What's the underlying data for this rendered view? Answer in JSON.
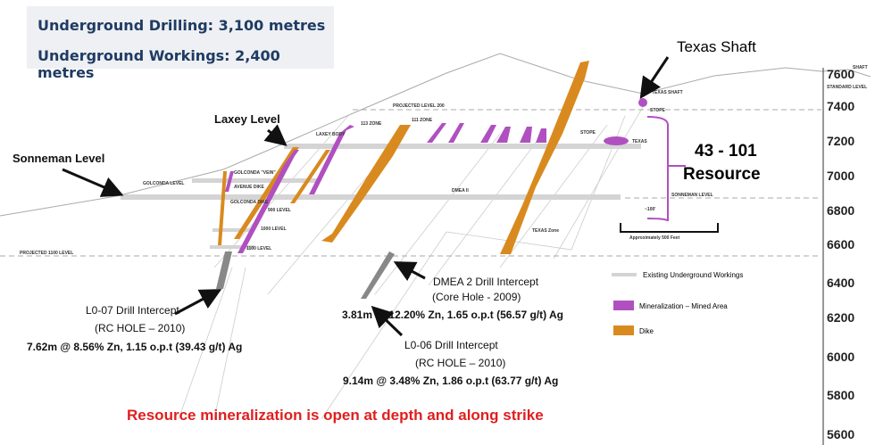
{
  "info": {
    "drilling": "Underground Drilling: 3,100 metres",
    "workings": "Underground Workings: 2,400 metres"
  },
  "callouts": {
    "texas_shaft": "Texas Shaft",
    "laxey_level": "Laxey Level",
    "sonneman_level": "Sonneman Level",
    "resource_line1": "43 - 101",
    "resource_line2": "Resource"
  },
  "section_labels": {
    "projected_200": "PROJECTED LEVEL 200",
    "projected_1100": "PROJECTED 1100 LEVEL",
    "golconda_level": "GOLCONDA LEVEL",
    "golconda_vein": "GOLCONDA \"VEIN\"",
    "avenue_dike": "AVENUE DIKE",
    "golconda_dike": "GOLCONDA DIKE",
    "level_900": "900 LEVEL",
    "level_1000": "1000 LEVEL",
    "level_1100": "1100 LEVEL",
    "laxey_body": "LAXEY BODY",
    "zone_113": "113 ZONE",
    "zone_111": "111 ZONE",
    "dmea_ii": "DMEA II",
    "texas_zone": "TEXAS Zone",
    "stope": "STOPE",
    "texas": "TEXAS",
    "texas_shaft_small": "TEXAS SHAFT",
    "stope_small": "STOPE",
    "sonneman_small": "SONNEMAN LEVEL",
    "depth_100": "~100'",
    "scale_500": "Approximately 500 Feet",
    "shaft": "SHAFT",
    "standard_level": "STANDARD LEVEL"
  },
  "elevation_axis": [
    "7600",
    "7400",
    "7200",
    "7000",
    "6800",
    "6600",
    "6400",
    "6200",
    "6000",
    "5800",
    "5600"
  ],
  "legend": {
    "workings": "Existing Underground Workings",
    "mineralization": "Mineralization – Mined Area",
    "dike": "Dike"
  },
  "intercepts": {
    "l007_title": "L0-07 Drill Intercept",
    "l007_hole": "(RC HOLE – 2010)",
    "l007_result": "7.62m @ 8.56% Zn, 1.15 o.p.t (39.43 g/t) Ag",
    "dmea2_title": "DMEA 2 Drill Intercept",
    "dmea2_hole": "(Core Hole - 2009)",
    "dmea2_result": "3.81m @ 12.20% Zn, 1.65 o.p.t (56.57 g/t) Ag",
    "l006_title": "L0-06 Drill Intercept",
    "l006_hole": "(RC HOLE – 2010)",
    "l006_result": "9.14m @ 3.48% Zn, 1.86 o.p.t (63.77 g/t) Ag"
  },
  "footer": "Resource mineralization is open at depth and along strike",
  "colors": {
    "mineral": "#b050c0",
    "dike": "#d98a1e",
    "workings": "#d4d4d4",
    "red": "#e01e1e",
    "navy": "#1f3b63"
  }
}
